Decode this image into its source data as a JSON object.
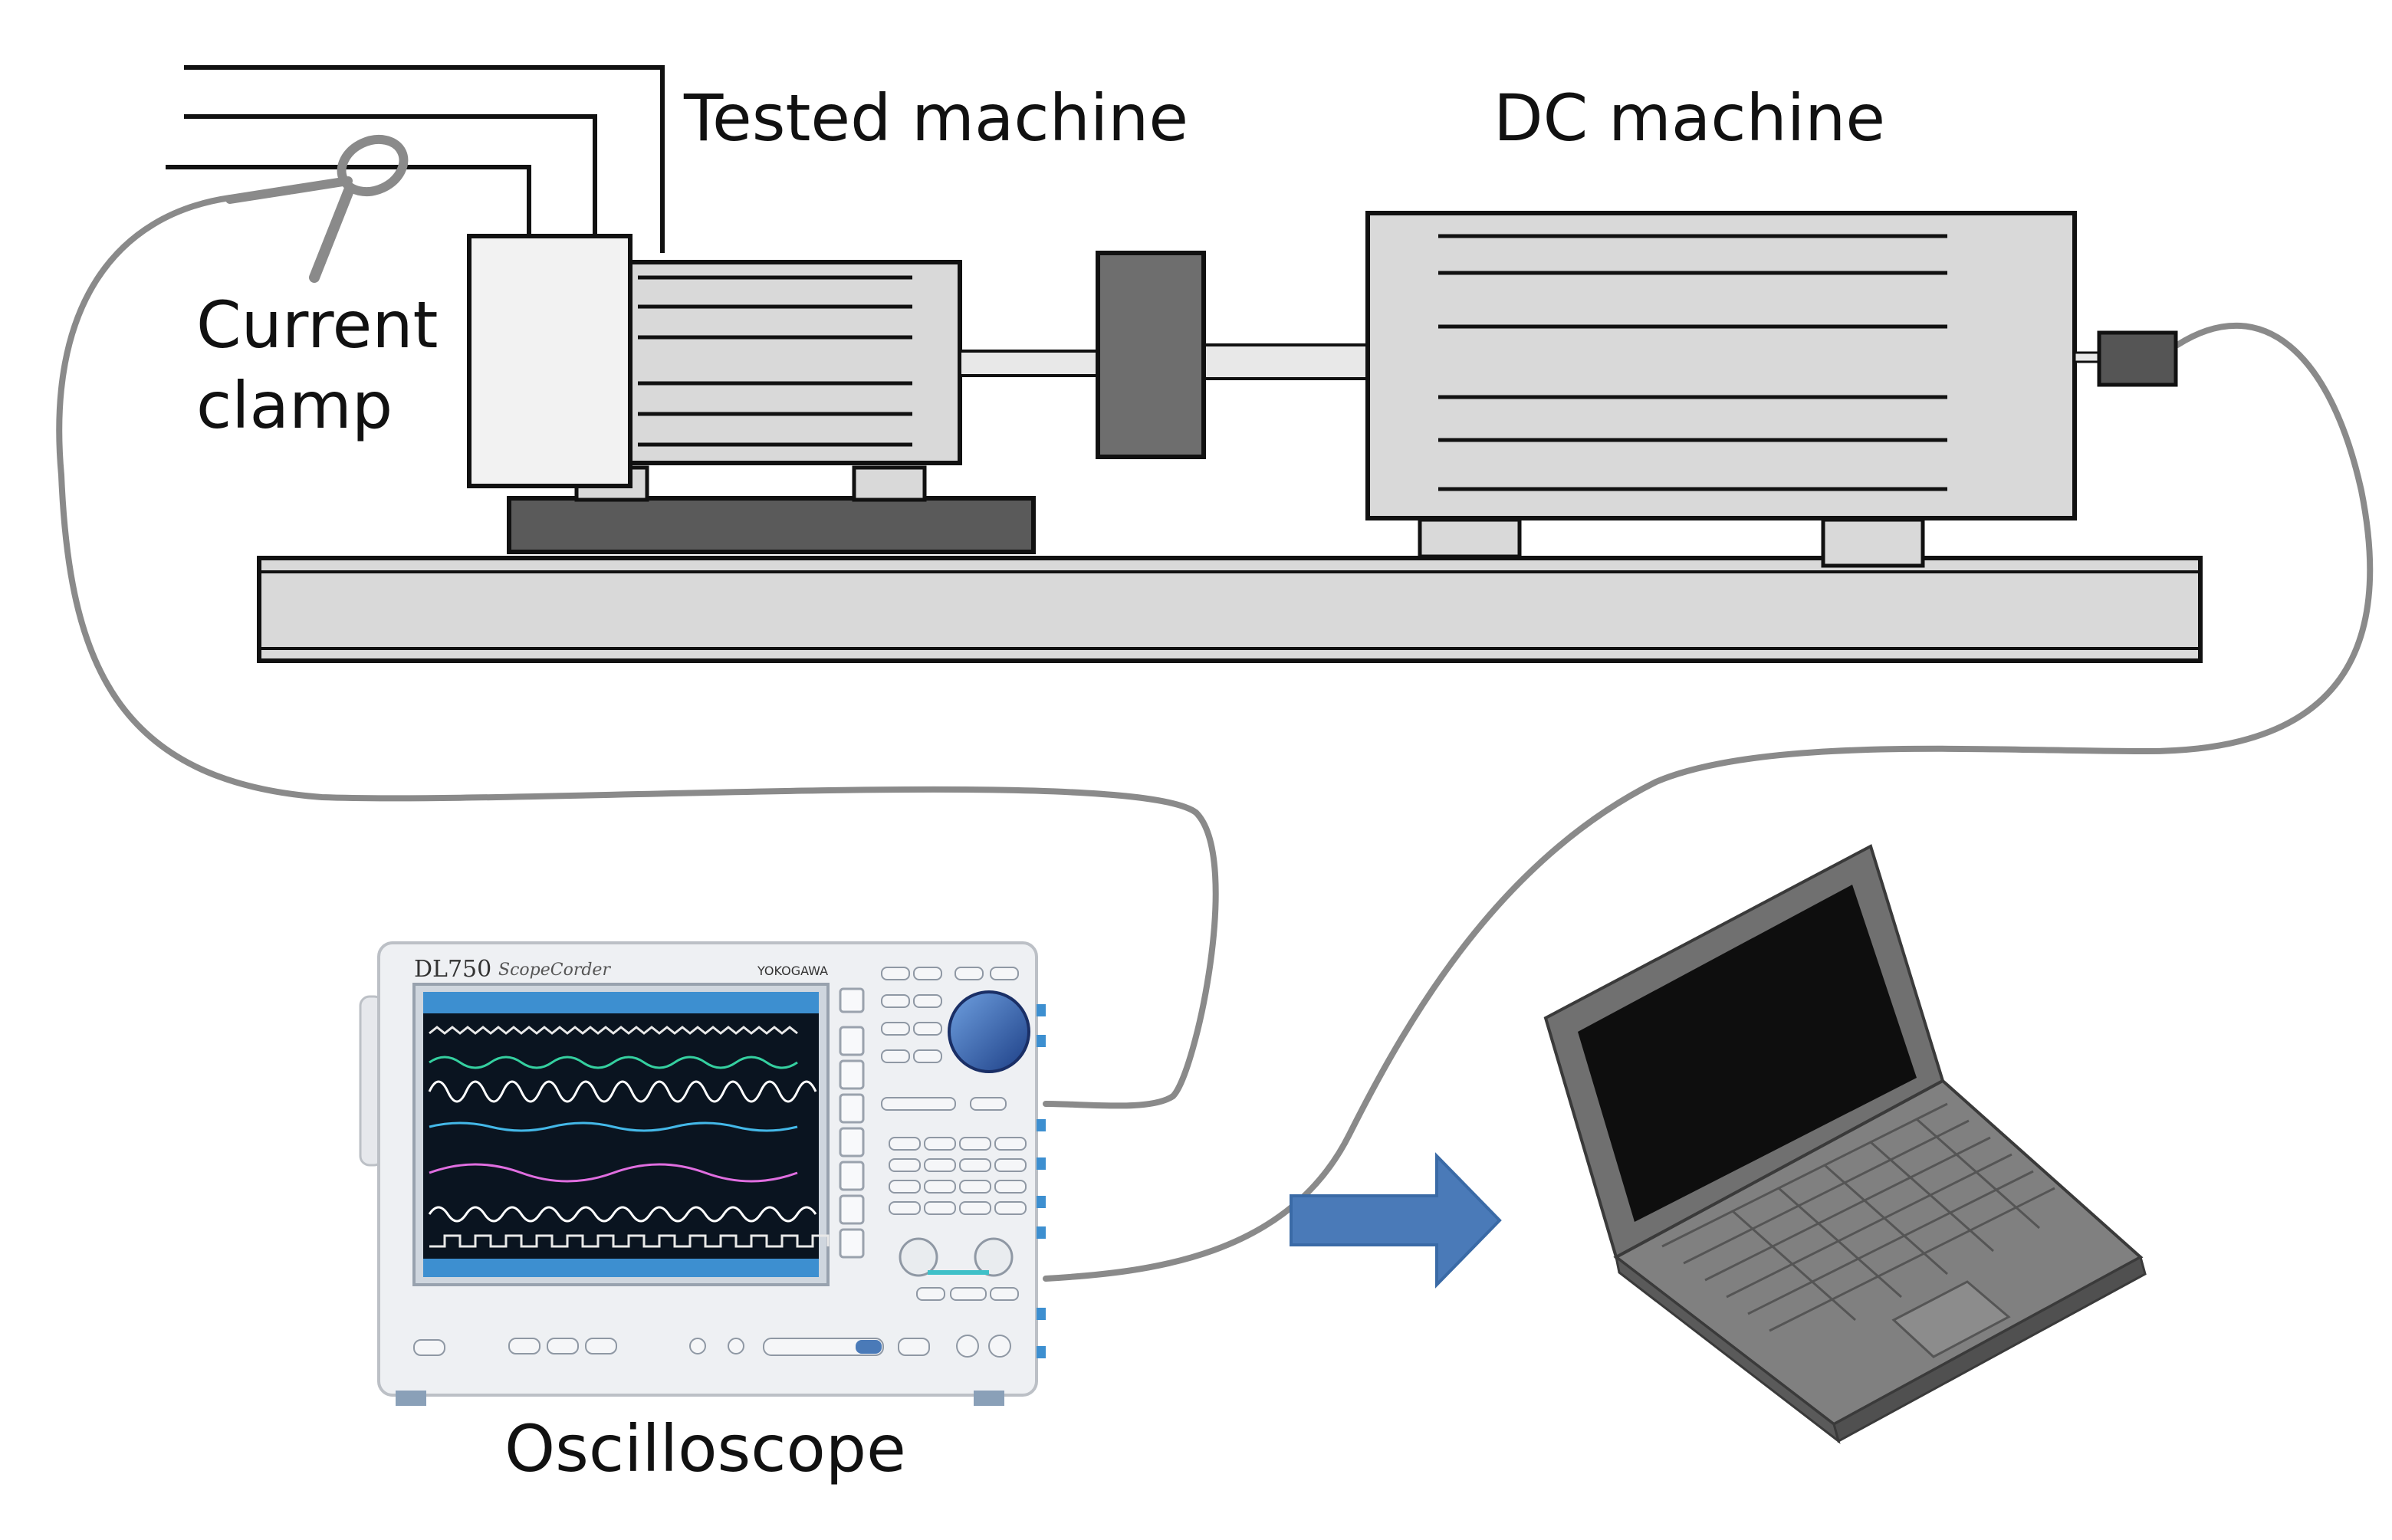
{
  "labels": {
    "tested_machine": "Tested machine",
    "dc_machine": "DC machine",
    "current_clamp_line1": "Current",
    "current_clamp_line2": "clamp",
    "oscilloscope": "Oscilloscope"
  },
  "oscilloscope_device": {
    "model": "DL750",
    "series": "ScopeCorder",
    "brand": "YOKOGAWA"
  },
  "colors": {
    "machine_fill": "#d9d9d9",
    "coupling": "#6e6e6e",
    "cable": "#8a8a8a",
    "arrow": "#4a7ab8",
    "scope_screen": "#0a1420",
    "laptop_body": "#707070"
  }
}
